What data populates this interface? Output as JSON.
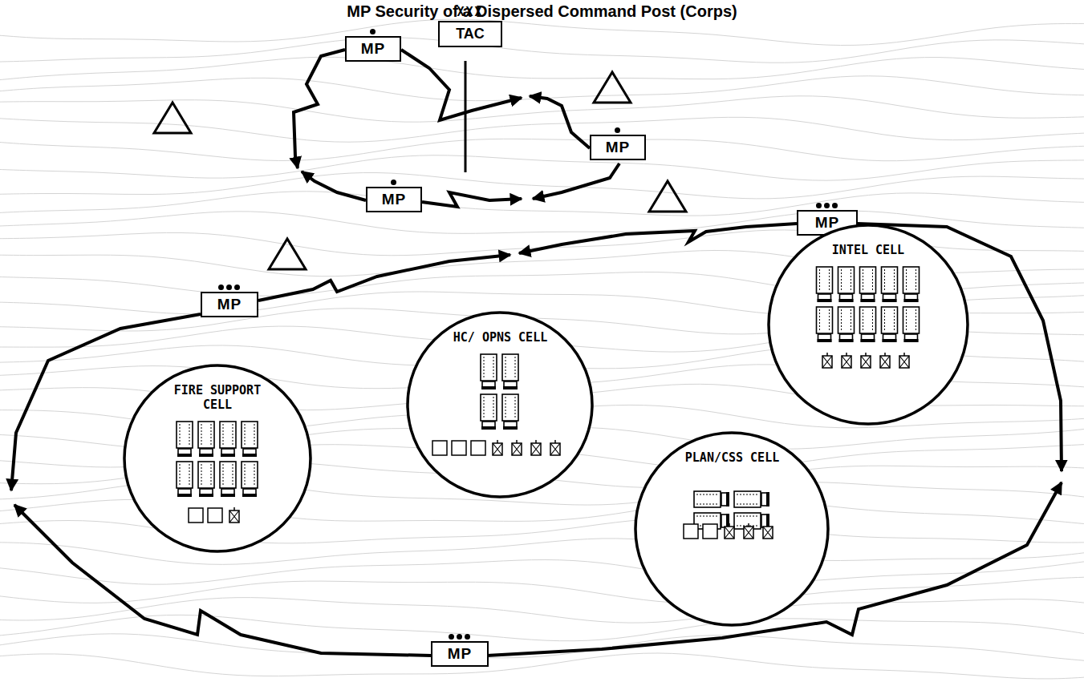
{
  "diagram": {
    "title": "MP Security of a Dispersed Command Post (Corps)",
    "nodes": [
      {
        "text": [
          "XXX",
          "TAC"
        ]
      },
      {
        "text": [
          "MP"
        ]
      },
      {
        "text": [
          "MP"
        ]
      },
      {
        "text": [
          "MP"
        ]
      },
      {
        "text": [
          "MP"
        ]
      },
      {
        "text": [
          "INTEL CELL"
        ]
      },
      {
        "text": [
          "MP"
        ]
      },
      {
        "text": [
          "HC/ OPNS CELL"
        ]
      },
      {
        "text": [
          "FIRE SUPPORT CELL"
        ]
      },
      {
        "text": [
          "PLAN/CSS CELL"
        ]
      },
      {
        "text": [
          "MP"
        ]
      }
    ]
  }
}
